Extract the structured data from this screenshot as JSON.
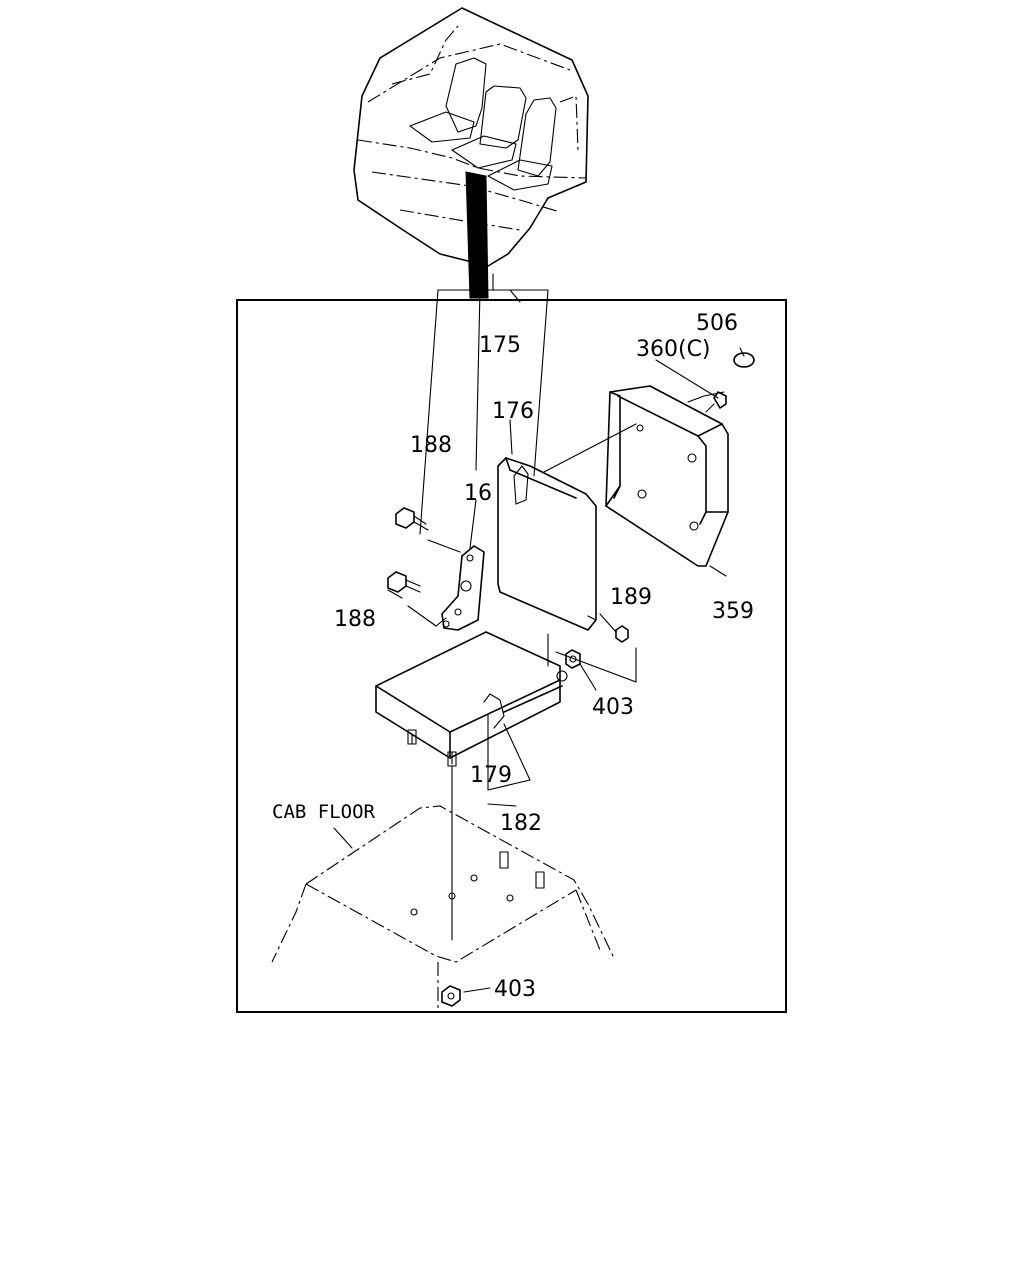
{
  "labels": {
    "p175": "175",
    "p176": "176",
    "p188a": "188",
    "p188b": "188",
    "p16": "16",
    "p506": "506",
    "p360": "360(C)",
    "p359": "359",
    "p189": "189",
    "p403a": "403",
    "p403b": "403",
    "p179": "179",
    "p182": "182",
    "cab_floor": "CAB FLOOR"
  }
}
